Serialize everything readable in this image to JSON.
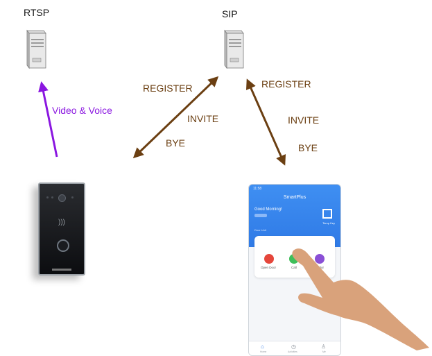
{
  "servers": {
    "rtsp": {
      "label": "RTSP",
      "icon": "server-icon"
    },
    "sip": {
      "label": "SIP",
      "icon": "server-icon"
    }
  },
  "arrows": {
    "video": {
      "label": "Video & Voice",
      "color": "#8a16e0"
    },
    "left_signal": {
      "labels": [
        "REGISTER",
        "INVITE",
        "BYE"
      ],
      "color": "#6b3f12"
    },
    "right_signal": {
      "labels": [
        "REGISTER",
        "INVITE",
        "BYE"
      ],
      "color": "#6b3f12"
    }
  },
  "devices": {
    "intercom": {
      "icon": "door-intercom-icon"
    },
    "phone": {
      "status_time": "11:58",
      "app_title": "SmartPlus",
      "greeting": "Good Morning!",
      "qr_label": "Temp Key",
      "unit_label": "Door Unit",
      "actions": [
        {
          "label": "Open Door",
          "color": "#e5463b"
        },
        {
          "label": "Call",
          "color": "#3fbf5a"
        },
        {
          "label": "Monitor",
          "color": "#8a4fd6"
        }
      ],
      "nav": [
        {
          "label": "Home",
          "icon": "home-icon"
        },
        {
          "label": "Activities",
          "icon": "clock-icon"
        },
        {
          "label": "Me",
          "icon": "person-icon"
        }
      ]
    }
  }
}
